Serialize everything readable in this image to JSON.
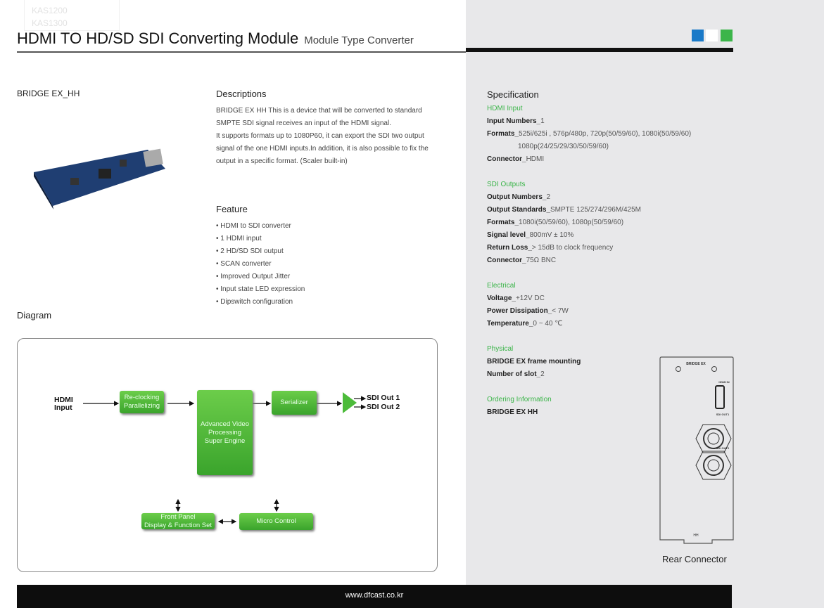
{
  "ghost_menu": [
    "KAS1200",
    "KAS1300"
  ],
  "header": {
    "title": "HDMI TO HD/SD SDI Converting Module",
    "subtitle": "Module Type Converter",
    "squares": [
      "#1a7ac8",
      "#ffffff",
      "#3cb54a"
    ]
  },
  "product": {
    "name": "BRIDGE EX_HH"
  },
  "descriptions": {
    "heading": "Descriptions",
    "lines": [
      "BRIDGE EX HH This is a device that will be converted to standard",
      "SMPTE SDI signal receives an input of the HDMI signal.",
      "It supports formats up to 1080P60, it can export the SDI two output",
      "signal of the one HDMI inputs.In addition, it is also possible to fix the",
      "output in a specific format. (Scaler built-in)"
    ]
  },
  "feature": {
    "heading": "Feature",
    "items": [
      "• HDMI to SDI converter",
      "• 1 HDMI input",
      "• 2 HD/SD SDI output",
      "• SCAN converter",
      "• Improved Output Jitter",
      "• Input state LED expression",
      "• Dipswitch configuration"
    ]
  },
  "diagram": {
    "heading": "Diagram",
    "input": [
      "HDMI",
      "Input"
    ],
    "reclock": [
      "Re-clocking",
      "Parallelizing"
    ],
    "engine": [
      "Advanced Video",
      "Processing",
      "Super Engine"
    ],
    "serializer": "Serializer",
    "out1": "SDI Out 1",
    "out2": "SDI Out 2",
    "front": [
      "Front Panel",
      "Display & Function Set"
    ],
    "micro": "Micro Control"
  },
  "spec": {
    "heading": "Specification",
    "hdmi": {
      "title": "HDMI Input",
      "rows": [
        [
          "Input Numbers_",
          "1"
        ],
        [
          "Formats_",
          "525i/625i , 576p/480p, 720p(50/59/60), 1080i(50/59/60)"
        ],
        [
          "",
          "1080p(24/25/29/30/50/59/60)"
        ],
        [
          "Connector_",
          "HDMI"
        ]
      ]
    },
    "sdi": {
      "title": "SDI Outputs",
      "rows": [
        [
          "Output Numbers_",
          "2"
        ],
        [
          "Output Standards_",
          "SMPTE 125/274/296M/425M"
        ],
        [
          "Formats_",
          "1080i(50/59/60), 1080p(50/59/60)"
        ],
        [
          "Signal level_",
          "800mV ± 10%"
        ],
        [
          "Return Loss_",
          "> 15dB to clock frequency"
        ],
        [
          "Connector_",
          "75Ω BNC"
        ]
      ]
    },
    "electrical": {
      "title": "Electrical",
      "rows": [
        [
          "Voltage_",
          "+12V DC"
        ],
        [
          "Power Dissipation_",
          "< 7W"
        ],
        [
          "Temperature_",
          "0 ~ 40 ℃"
        ]
      ]
    },
    "physical": {
      "title": "Physical",
      "rows": [
        [
          "BRIDGE EX frame mounting",
          ""
        ],
        [
          "Number of slot_",
          "2"
        ]
      ]
    },
    "ordering": {
      "title": "Ordering Information",
      "rows": [
        [
          "BRIDGE EX HH",
          ""
        ]
      ]
    }
  },
  "rear": {
    "caption": "Rear Connector",
    "brand": "BRIDGE EX",
    "hdmi": "HDMI IN",
    "sdi1": "SDI OUT1",
    "sdi2": "SDI OUT2",
    "model": "HH"
  },
  "footer": {
    "url": "www.dfcast.co.kr"
  }
}
